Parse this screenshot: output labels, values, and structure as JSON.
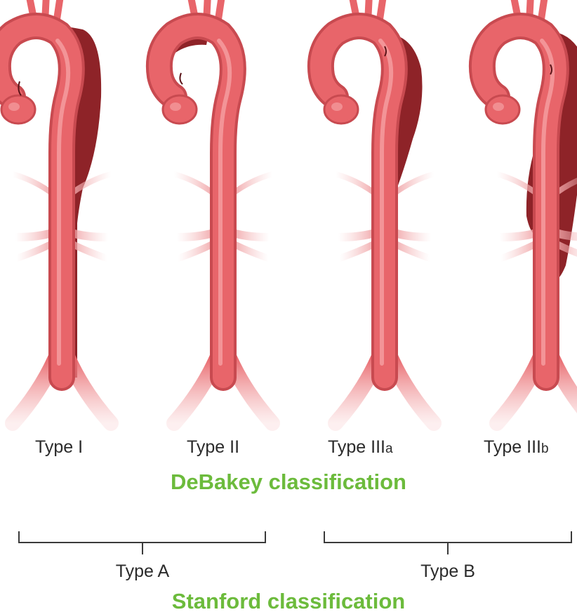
{
  "colors": {
    "vessel_fill": "#e8656a",
    "vessel_dark": "#c84a50",
    "vessel_highlight": "#f5a0a2",
    "false_lumen": "#8e2328",
    "branch_faint": "#f6b8ba",
    "classification_green": "#6cbb3c",
    "text": "#2b2b2b"
  },
  "debakey": {
    "title": "DeBakey classification",
    "types": [
      {
        "main": "Type I",
        "suffix": ""
      },
      {
        "main": "Type II",
        "suffix": ""
      },
      {
        "main": "Type III",
        "suffix": "a"
      },
      {
        "main": "Type III",
        "suffix": "b"
      }
    ]
  },
  "stanford": {
    "title": "Stanford classification",
    "groups": [
      {
        "label": "Type A"
      },
      {
        "label": "Type B"
      }
    ]
  }
}
